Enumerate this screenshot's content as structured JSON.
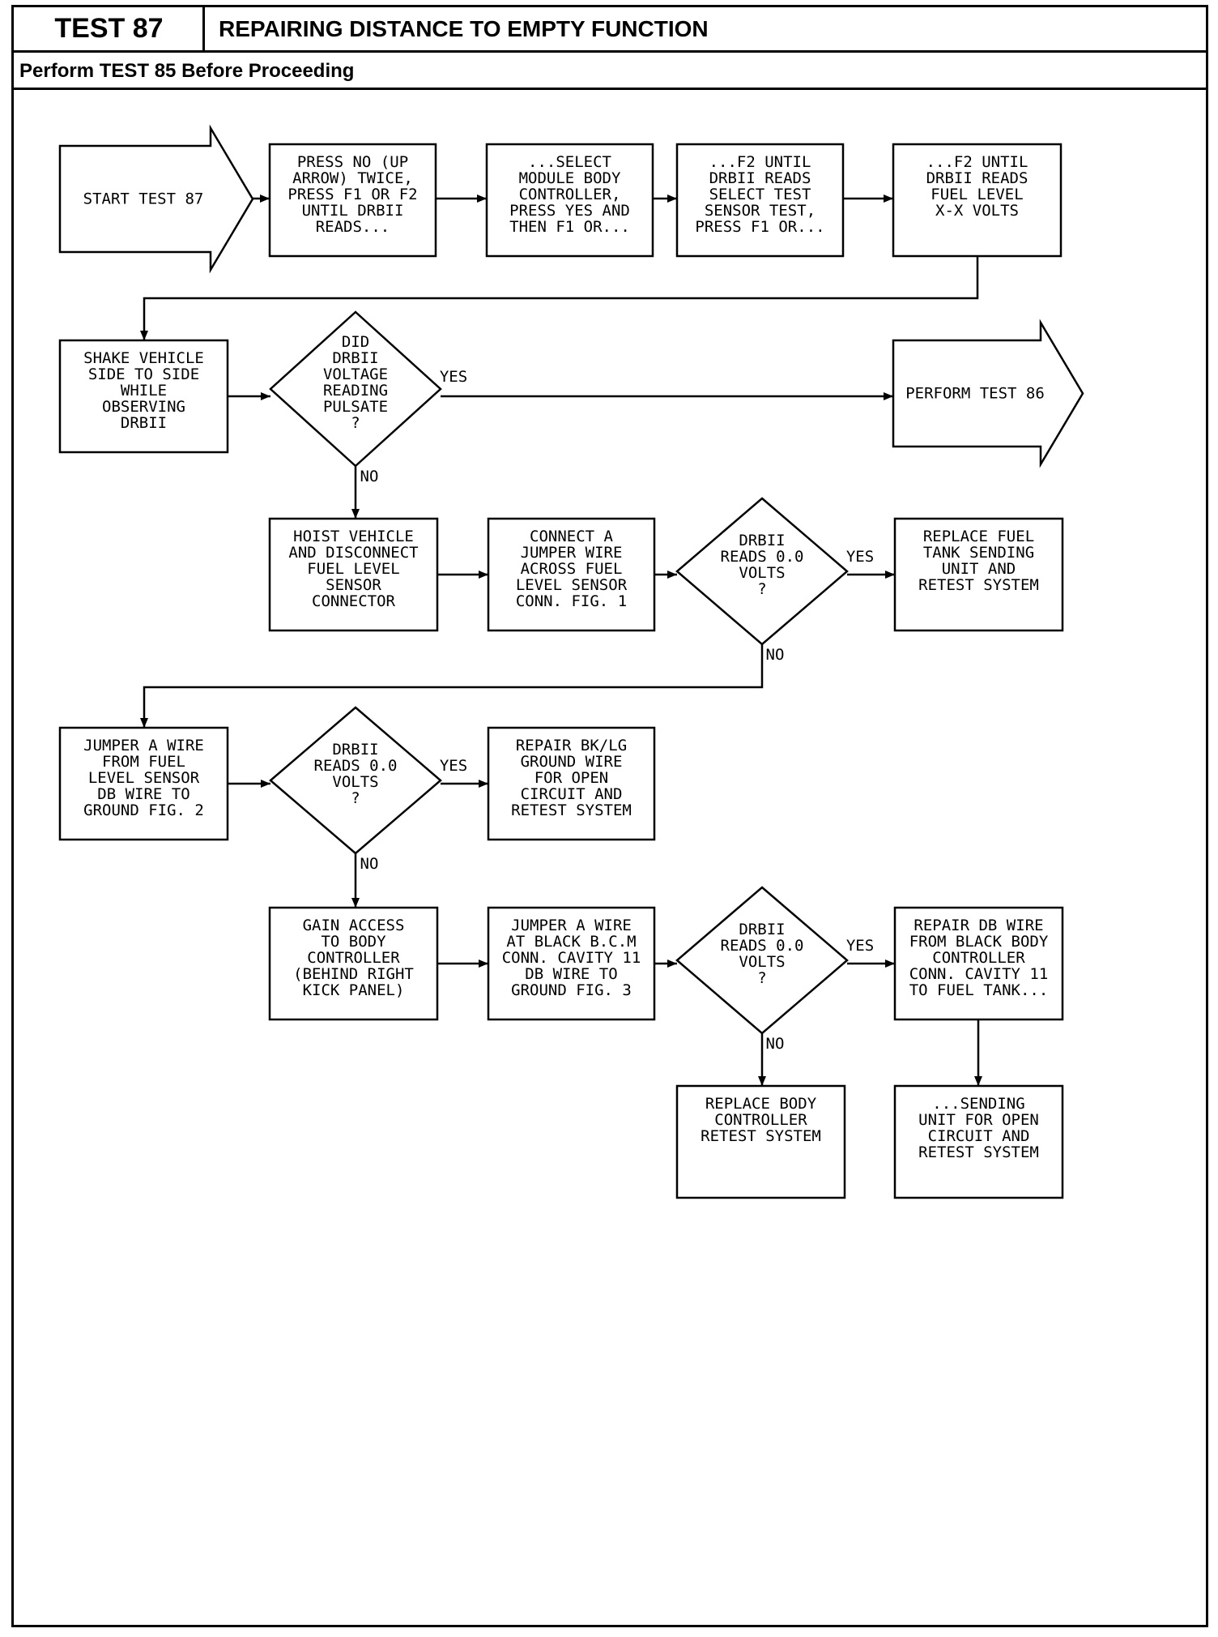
{
  "header": {
    "test_number": "TEST 87",
    "title": "REPAIRING DISTANCE TO EMPTY FUNCTION",
    "subtitle": "Perform TEST 85 Before Proceeding"
  },
  "flowchart": {
    "nodes": {
      "start": [
        "START TEST 87"
      ],
      "b1": [
        "PRESS NO (UP",
        "ARROW) TWICE,",
        "PRESS F1 OR F2",
        "UNTIL DRBII",
        "READS..."
      ],
      "b2": [
        "...SELECT",
        "MODULE BODY",
        "CONTROLLER,",
        "PRESS YES AND",
        "THEN F1 OR..."
      ],
      "b3": [
        "...F2 UNTIL",
        "DRBII READS",
        "SELECT TEST",
        "SENSOR TEST,",
        "PRESS F1 OR..."
      ],
      "b4": [
        "...F2 UNTIL",
        "DRBII READS",
        "FUEL LEVEL",
        "X-X VOLTS"
      ],
      "b5": [
        "SHAKE VEHICLE",
        "SIDE TO SIDE",
        "WHILE",
        "OBSERVING",
        "DRBII"
      ],
      "d1": [
        "DID",
        "DRBII",
        "VOLTAGE",
        "READING",
        "PULSATE",
        "?"
      ],
      "perform86": [
        "PERFORM TEST 86"
      ],
      "b6": [
        "HOIST VEHICLE",
        "AND DISCONNECT",
        "FUEL LEVEL",
        "SENSOR",
        "CONNECTOR"
      ],
      "b7": [
        "CONNECT A",
        "JUMPER WIRE",
        "ACROSS FUEL",
        "LEVEL SENSOR",
        "CONN. FIG. 1"
      ],
      "d2": [
        "DRBII",
        "READS 0.0",
        "VOLTS",
        "?"
      ],
      "b8": [
        "REPLACE FUEL",
        "TANK SENDING",
        "UNIT AND",
        "RETEST SYSTEM"
      ],
      "b9": [
        "JUMPER A WIRE",
        "FROM FUEL",
        "LEVEL SENSOR",
        "DB WIRE TO",
        "GROUND FIG. 2"
      ],
      "d3": [
        "DRBII",
        "READS 0.0",
        "VOLTS",
        "?"
      ],
      "b10": [
        "REPAIR BK/LG",
        "GROUND WIRE",
        "FOR OPEN",
        "CIRCUIT AND",
        "RETEST SYSTEM"
      ],
      "b11": [
        "GAIN ACCESS",
        "TO BODY",
        "CONTROLLER",
        "(BEHIND RIGHT",
        "KICK PANEL)"
      ],
      "b12": [
        "JUMPER A WIRE",
        "AT BLACK B.C.M",
        "CONN. CAVITY 11",
        "DB WIRE TO",
        "GROUND FIG. 3"
      ],
      "d4": [
        "DRBII",
        "READS 0.0",
        "VOLTS",
        "?"
      ],
      "b13": [
        "REPAIR DB WIRE",
        "FROM BLACK BODY",
        "CONTROLLER",
        "CONN. CAVITY 11",
        "TO FUEL TANK..."
      ],
      "b14": [
        "REPLACE BODY",
        "CONTROLLER",
        "RETEST SYSTEM"
      ],
      "b15": [
        "...SENDING",
        "UNIT FOR OPEN",
        "CIRCUIT AND",
        "RETEST SYSTEM"
      ]
    },
    "edge_labels": {
      "d1_yes": "YES",
      "d1_no": "NO",
      "d2_yes": "YES",
      "d2_no": "NO",
      "d3_yes": "YES",
      "d3_no": "NO",
      "d4_yes": "YES",
      "d4_no": "NO"
    }
  }
}
